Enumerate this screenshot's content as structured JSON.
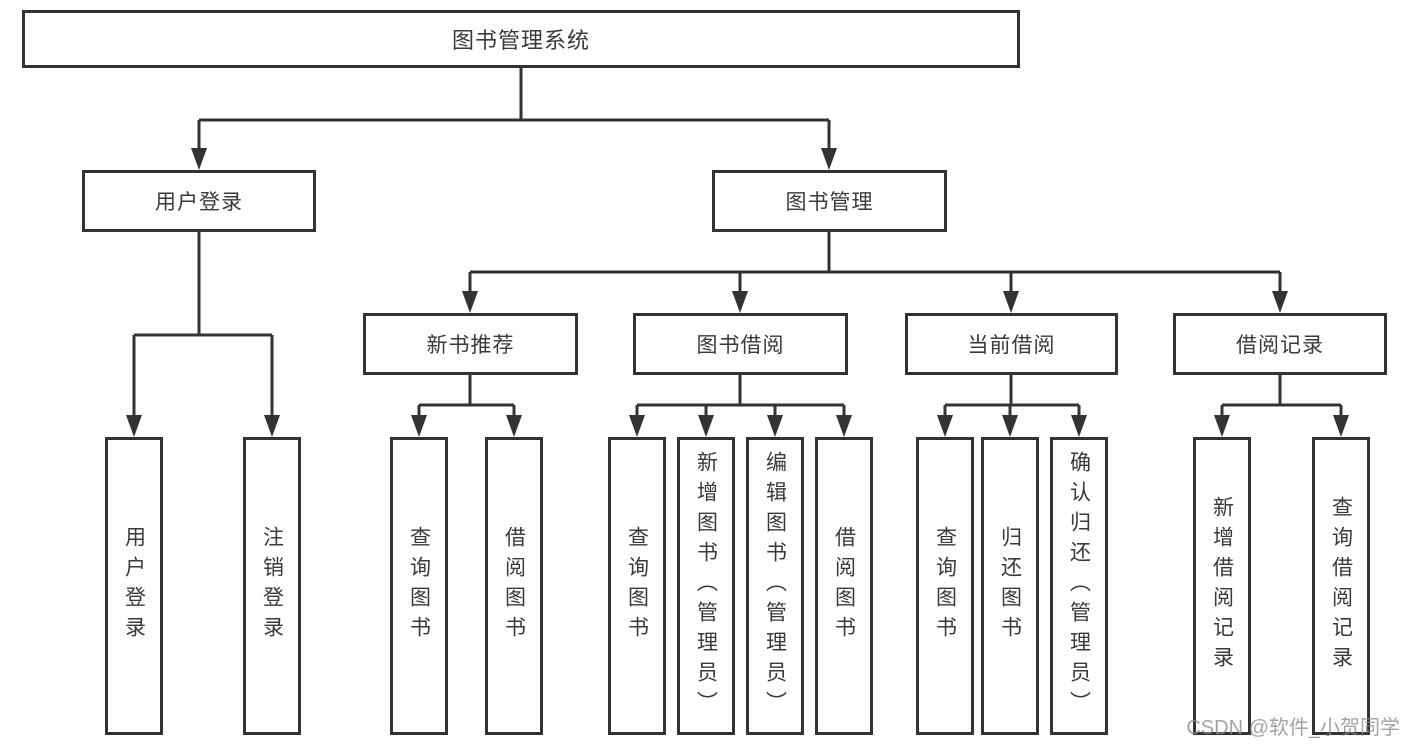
{
  "diagram": {
    "title": "图书管理系统",
    "root": {
      "label": "图书管理系统"
    },
    "level2": [
      {
        "id": "user-login",
        "label": "用户登录"
      },
      {
        "id": "book-management",
        "label": "图书管理"
      }
    ],
    "level3": [
      {
        "id": "new-book-recommend",
        "label": "新书推荐",
        "parent": "图书管理"
      },
      {
        "id": "book-borrow",
        "label": "图书借阅",
        "parent": "图书管理"
      },
      {
        "id": "current-borrow",
        "label": "当前借阅",
        "parent": "图书管理"
      },
      {
        "id": "borrow-record",
        "label": "借阅记录",
        "parent": "图书管理"
      }
    ],
    "leaves": {
      "user_login": [
        "用户登录",
        "注销登录"
      ],
      "new_book_recommend": [
        "查询图书",
        "借阅图书"
      ],
      "book_borrow": [
        "查询图书",
        "新增图书（管理员）",
        "编辑图书（管理员）",
        "借阅图书"
      ],
      "current_borrow": [
        "查询图书",
        "归还图书",
        "确认归还（管理员）"
      ],
      "borrow_record": [
        "新增借阅记录",
        "查询借阅记录"
      ]
    }
  },
  "watermark": "CSDN @软件_小贺同学",
  "colors": {
    "line": "#333333",
    "box_border": "#333333",
    "text": "#3a3a3a",
    "background": "#ffffff",
    "watermark": "#8c8c8c"
  }
}
